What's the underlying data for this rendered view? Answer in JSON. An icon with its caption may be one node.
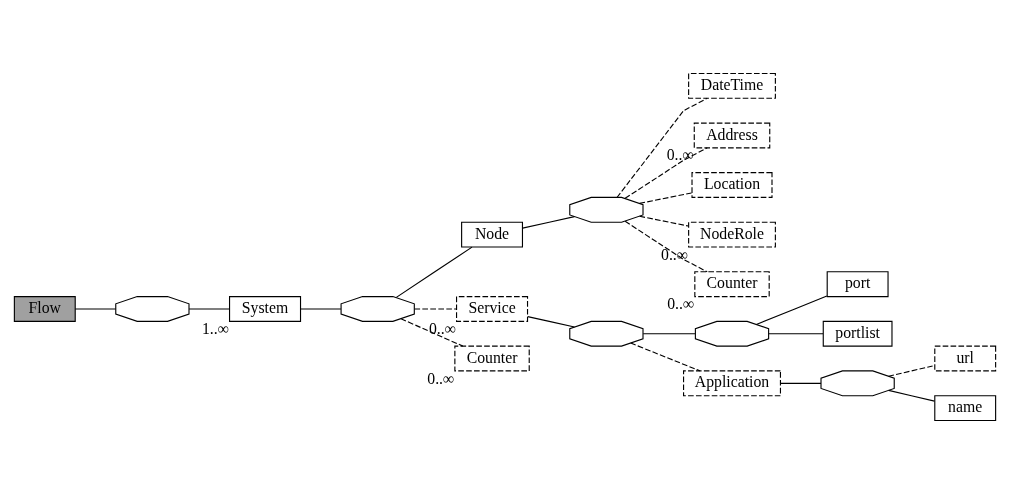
{
  "diagram": {
    "nodes": [
      {
        "text": [
          "Flow"
        ]
      },
      {
        "text": [],
        "shape": "octagon"
      },
      {
        "text": [
          "System"
        ],
        "beside": [
          "1..∞"
        ]
      },
      {
        "text": [],
        "shape": "octagon"
      },
      {
        "text": [
          "Node"
        ]
      },
      {
        "text": [],
        "shape": "octagon"
      },
      {
        "text": [
          "DateTime"
        ]
      },
      {
        "text": [
          "Address"
        ],
        "beside": [
          "0..∞"
        ]
      },
      {
        "text": [
          "Location"
        ]
      },
      {
        "text": [
          "NodeRole"
        ],
        "beside": [
          "0..∞"
        ]
      },
      {
        "text": [
          "Counter"
        ],
        "beside": [
          "0..∞"
        ]
      },
      {
        "text": [
          "Service"
        ],
        "beside": [
          "0..∞"
        ]
      },
      {
        "text": [],
        "shape": "octagon"
      },
      {
        "text": [],
        "shape": "octagon"
      },
      {
        "text": [
          "port"
        ]
      },
      {
        "text": [
          "portlist"
        ]
      },
      {
        "text": [
          "Application"
        ]
      },
      {
        "text": [],
        "shape": "octagon"
      },
      {
        "text": [
          "url"
        ]
      },
      {
        "text": [
          "name"
        ]
      },
      {
        "text": [
          "Counter"
        ],
        "beside": [
          "0..∞"
        ]
      }
    ],
    "edges": [
      {
        "from": 0,
        "to": 1,
        "arrow": "none"
      },
      {
        "from": 1,
        "to": 2,
        "arrow": "none"
      },
      {
        "from": 2,
        "to": 3,
        "arrow": "none"
      },
      {
        "from": 3,
        "to": 4,
        "arrow": "none"
      },
      {
        "from": 4,
        "to": 5,
        "arrow": "none"
      },
      {
        "from": 5,
        "to": 6,
        "arrow": "none",
        "style": "dashed"
      },
      {
        "from": 5,
        "to": 7,
        "arrow": "none",
        "style": "dashed"
      },
      {
        "from": 5,
        "to": 8,
        "arrow": "none",
        "style": "dashed"
      },
      {
        "from": 5,
        "to": 9,
        "arrow": "none",
        "style": "dashed"
      },
      {
        "from": 5,
        "to": 10,
        "arrow": "none",
        "style": "dashed"
      },
      {
        "from": 3,
        "to": 11,
        "arrow": "none",
        "style": "dashed"
      },
      {
        "from": 11,
        "to": 12,
        "arrow": "none"
      },
      {
        "from": 12,
        "to": 13,
        "arrow": "none"
      },
      {
        "from": 13,
        "to": 14,
        "arrow": "none"
      },
      {
        "from": 13,
        "to": 15,
        "arrow": "none"
      },
      {
        "from": 12,
        "to": 16,
        "arrow": "none",
        "style": "dashed"
      },
      {
        "from": 16,
        "to": 17,
        "arrow": "none"
      },
      {
        "from": 17,
        "to": 18,
        "arrow": "none",
        "style": "dashed"
      },
      {
        "from": 17,
        "to": 19,
        "arrow": "none"
      },
      {
        "from": 3,
        "to": 20,
        "arrow": "none",
        "style": "dashed"
      }
    ]
  }
}
